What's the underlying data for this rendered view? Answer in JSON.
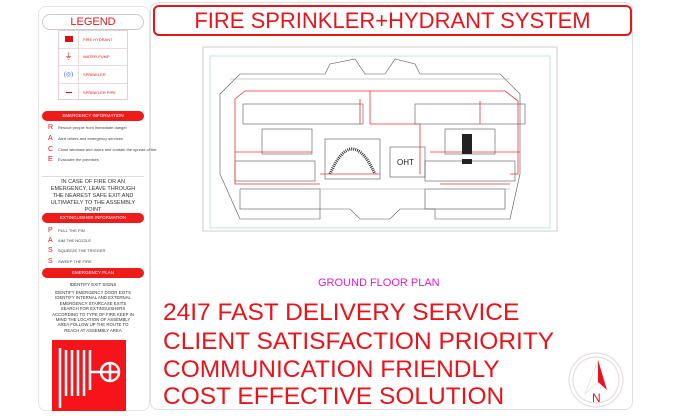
{
  "legend": {
    "title": "LEGEND",
    "items": [
      {
        "icon": "fire-hydrant-icon",
        "label": "FIRE HYDRANT"
      },
      {
        "icon": "water-pump-icon",
        "label": "WATER PUMP"
      },
      {
        "icon": "sprinkler-icon",
        "label": "SPRINKLER"
      },
      {
        "icon": "sprinkler-pipe-icon",
        "label": "SPRINKLER PIPE"
      }
    ]
  },
  "emergency_information": {
    "title": "EMERGENCY INFORMATION",
    "items": [
      {
        "letter": "R",
        "text": "Rescue people from immediate danger"
      },
      {
        "letter": "A",
        "text": "Alert others and emergency services"
      },
      {
        "letter": "C",
        "text": "Close windows and doors and contain the spread of fire"
      },
      {
        "letter": "E",
        "text": "Evacuate the premises"
      }
    ],
    "note": "IN CASE OF FIRE OR AN EMERGENCY, LEAVE THROUGH THE NEAREST SAFE EXIT AND ULTIMATELY TO THE ASSEMBLY POINT"
  },
  "extinguisher_information": {
    "title": "EXTINGUISHER INFORMATION",
    "items": [
      {
        "letter": "P",
        "text": "PULL THE PIN"
      },
      {
        "letter": "A",
        "text": "AIM THE NOZZLE"
      },
      {
        "letter": "S",
        "text": "SQUEEZE THE TRIGGER"
      },
      {
        "letter": "S",
        "text": "SWEEP THE FIRE"
      }
    ]
  },
  "emergency_plan": {
    "title": "EMERGENCY PLAN",
    "text1": "IDENTIFY EXIT SIGNS",
    "text2": "IDENTIFY EMERGENCY DOOR EXITS IDENTIFY INTERNAL AND EXTERNAL EMERGENCY STAIRCASE EXITS SEARCH FOR EXTINGUISHERS ACCORDING TO TYPE OF FIRE KEEP IN MIND THE LOCATION OF ASSEMBLY AREA FOLLOW UP THE ROUTE TO REACH AT ASSEMBLY AREA"
  },
  "title": "FIRE SPRINKLER+HYDRANT SYSTEM",
  "plan": {
    "room_label": "OHT",
    "caption": "GROUND FLOOR PLAN"
  },
  "features": [
    "24I7 FAST DELIVERY SERVICE",
    "CLIENT SATISFACTION PRIORITY",
    "COMMUNICATION FRIENDLY",
    "COST EFFECTIVE SOLUTION"
  ],
  "compass": {
    "label": "N"
  },
  "colors": {
    "accent": "#e8141c",
    "caption": "#d61fd0"
  }
}
